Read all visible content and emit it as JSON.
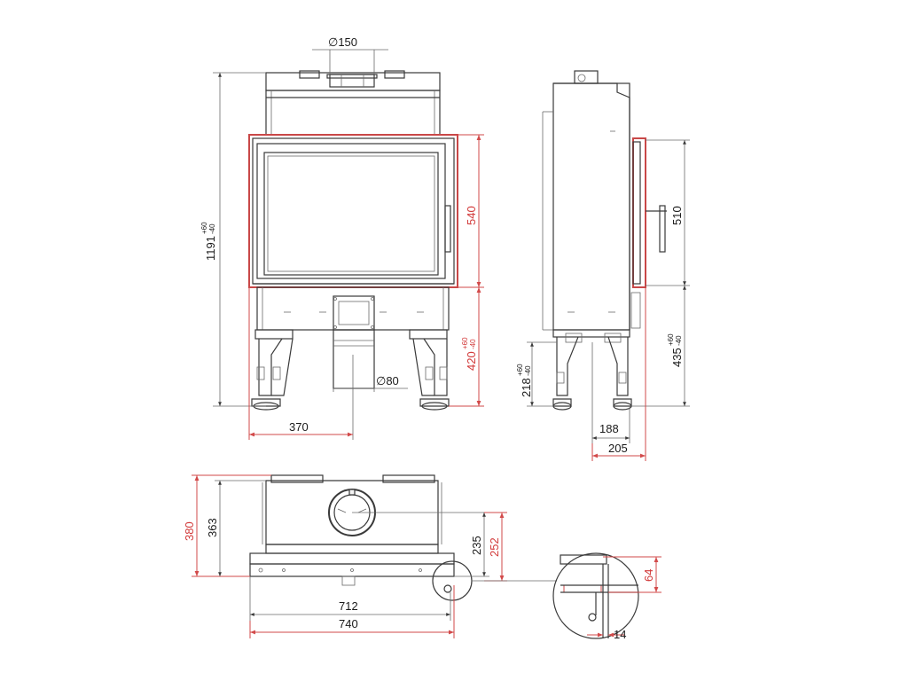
{
  "drawing": {
    "front_view": {
      "flue_diameter": "∅150",
      "air_inlet_diameter": "∅80",
      "total_height": "1191",
      "total_height_tolerance_upper": "+60",
      "total_height_tolerance_lower": "-40",
      "glass_height": "540",
      "base_height": "420",
      "base_height_tolerance_upper": "+60",
      "base_height_tolerance_lower": "-40",
      "air_inlet_offset": "370"
    },
    "side_view": {
      "door_height": "510",
      "base_height": "435",
      "base_height_tolerance_upper": "+60",
      "base_height_tolerance_lower": "-40",
      "foot_height": "218",
      "foot_height_tolerance_upper": "+60",
      "foot_height_tolerance_lower": "-40",
      "depth_body": "188",
      "depth_total": "205"
    },
    "top_view": {
      "depth_total": "380",
      "depth_body": "363",
      "flue_center_depth": "235",
      "flue_center_depth_total": "252",
      "width_body": "712",
      "width_total": "740"
    },
    "detail_view": {
      "height": "64",
      "offset": "14"
    }
  },
  "colors": {
    "line": "#3a3a3a",
    "dimension_red": "#d23a3a"
  }
}
